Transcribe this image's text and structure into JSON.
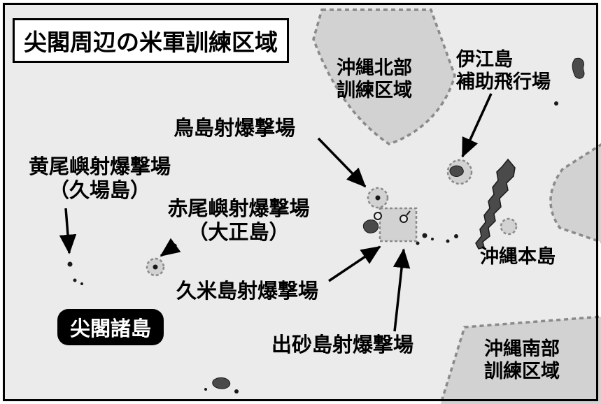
{
  "title": "尖閣周辺の米軍訓練区域",
  "regions": {
    "north_label": "沖縄北部\n訓練区域",
    "south_label": "沖縄南部\n訓練区域"
  },
  "places": {
    "iejima": "伊江島\n補助飛行場",
    "torishima": "鳥島射爆撃場",
    "kobisho": "黄尾嶼射爆撃場\n（久場島）",
    "sekibisho": "赤尾嶼射爆撃場\n（大正島）",
    "kumejima": "久米島射爆撃場",
    "idesuna": "出砂島射爆撃場",
    "okinawa_main": "沖縄本島",
    "senkaku_badge": "尖閣諸島"
  },
  "colors": {
    "background": "#ebebeb",
    "region_fill": "#d2d2d2",
    "region_border": "#8a8a8a",
    "island_fill": "#4a4a4a",
    "badge_background": "#000000",
    "badge_text": "#ffffff",
    "frame": "#000000"
  }
}
